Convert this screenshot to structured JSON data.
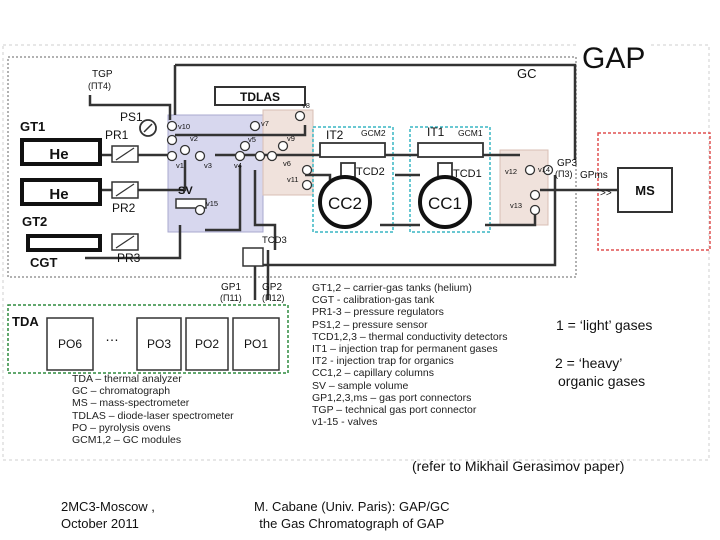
{
  "title": "GAP",
  "blocks": {
    "gc": "GC",
    "tdlas": "TDLAS",
    "tda": "TDA",
    "ms": "MS",
    "gt1": "GT1",
    "gt2": "GT2",
    "cgt": "CGT",
    "he1": "He",
    "he2": "He",
    "sv": "SV",
    "tgp": "TGP",
    "tgp_ru": "(ПТ4)",
    "ps1": "PS1",
    "pr1": "PR1",
    "pr2": "PR2",
    "pr3": "PR3",
    "it1": "IT1",
    "it2": "IT2",
    "gcm1": "GCM1",
    "gcm2": "GCM2",
    "tcd1": "TCD1",
    "tcd2": "TCD2",
    "tcd3": "TCD3",
    "cc1": "CC1",
    "cc2": "CC2",
    "gp1": "GP1",
    "gp2": "GP2",
    "gp1_ru": "(П11)",
    "gp2_ru": "(П12)",
    "gp3": "GP3",
    "gp3_ru": "(П3)",
    "gpms": "GPms",
    "po6": "PO6",
    "po3": "PO3",
    "po2": "PO2",
    "po1": "PO1",
    "dots": "…"
  },
  "valves": [
    "v1",
    "v2",
    "v3",
    "v4",
    "v5",
    "v6",
    "v7",
    "v8",
    "v9",
    "v10",
    "v11",
    "v12",
    "v13",
    "v14",
    "v15"
  ],
  "legend_right": [
    "GT1,2 – carrier-gas tanks (helium)",
    "CGT - calibration-gas tank",
    "PR1-3 – pressure regulators",
    "PS1,2 – pressure sensor",
    "TCD1,2,3 – thermal conductivity detectors",
    "IT1 – injection trap for permanent gases",
    "IT2 - injection trap for organics",
    "CC1,2 – capillary columns",
    "SV – sample volume",
    "GP1,2,3,ms – gas port connectors",
    "TGP – technical gas port connector",
    "v1-15 - valves"
  ],
  "legend_left": [
    "TDA – thermal analyzer",
    "GC – chromatograph",
    "MS – mass-spectrometer",
    "TDLAS – diode-laser spectrometer",
    "PO – pyrolysis ovens",
    "GCM1,2 – GC modules"
  ],
  "notes": {
    "light": "1 = ‘light’ gases",
    "heavy_1": "2 = ‘heavy’",
    "heavy_2": "organic gases",
    "ref": "(refer to Mikhail Gerasimov paper)"
  },
  "footer": {
    "left_1": "2MC3-Moscow ,",
    "left_2": "October 2011",
    "center_1": "M. Cabane (Univ. Paris): GAP/GC",
    "center_2": "the Gas Chromatograph of GAP"
  },
  "colors": {
    "sv_fill": "#d7d7ee",
    "tdlas_fill": "#f0e2dc",
    "gcm_border": "#39b6c4",
    "tda_border": "#2e8b3e",
    "gap_border": "#e05050",
    "gc_border": "#999999"
  }
}
